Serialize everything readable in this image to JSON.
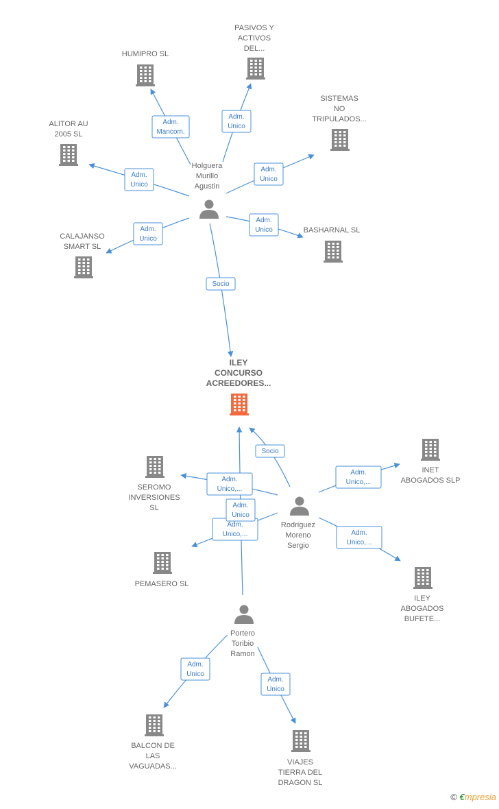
{
  "colors": {
    "company": "#888888",
    "focus": "#f26a3d",
    "person": "#888888",
    "edge": "#4a90d9"
  },
  "nodes": [
    {
      "id": "humipro",
      "kind": "company",
      "lines": [
        "HUMIPRO SL"
      ]
    },
    {
      "id": "pasivos",
      "kind": "company",
      "lines": [
        "PASIVOS Y",
        "ACTIVOS",
        "DEL..."
      ]
    },
    {
      "id": "sistemas",
      "kind": "company",
      "lines": [
        "SISTEMAS",
        "NO",
        "TRIPULADOS..."
      ]
    },
    {
      "id": "alitor",
      "kind": "company",
      "lines": [
        "ALITOR AU",
        "2005  SL"
      ]
    },
    {
      "id": "holguera",
      "kind": "person",
      "lines": [
        "Holguera",
        "Murillo",
        "Agustin"
      ]
    },
    {
      "id": "calajanso",
      "kind": "company",
      "lines": [
        "CALAJANSO",
        "SMART  SL"
      ]
    },
    {
      "id": "basharnal",
      "kind": "company",
      "lines": [
        "BASHARNAL SL"
      ]
    },
    {
      "id": "iley",
      "kind": "focus",
      "lines": [
        "ILEY",
        "CONCURSO",
        "ACREEDORES..."
      ]
    },
    {
      "id": "seromo",
      "kind": "company",
      "lines": [
        "SEROMO",
        "INVERSIONES",
        "SL"
      ]
    },
    {
      "id": "inet",
      "kind": "company",
      "lines": [
        "INET",
        "ABOGADOS SLP"
      ]
    },
    {
      "id": "rodriguez",
      "kind": "person",
      "lines": [
        "Rodriguez",
        "Moreno",
        "Sergio"
      ]
    },
    {
      "id": "pemasero",
      "kind": "company",
      "lines": [
        "PEMASERO  SL"
      ]
    },
    {
      "id": "ileyabog",
      "kind": "company",
      "lines": [
        "ILEY",
        "ABOGADOS",
        "BUFETE..."
      ]
    },
    {
      "id": "portero",
      "kind": "person",
      "lines": [
        "Portero",
        "Toribio",
        "Ramon"
      ]
    },
    {
      "id": "balcon",
      "kind": "company",
      "lines": [
        "BALCON DE",
        "LAS",
        "VAGUADAS..."
      ]
    },
    {
      "id": "viajes",
      "kind": "company",
      "lines": [
        "VIAJES",
        "TIERRA DEL",
        "DRAGON  SL"
      ]
    }
  ],
  "edges": [
    {
      "from": "holguera",
      "to": "humipro",
      "label": [
        "Adm.",
        "Mancom."
      ]
    },
    {
      "from": "holguera",
      "to": "pasivos",
      "label": [
        "Adm.",
        "Unico"
      ]
    },
    {
      "from": "holguera",
      "to": "sistemas",
      "label": [
        "Adm.",
        "Unico"
      ]
    },
    {
      "from": "holguera",
      "to": "alitor",
      "label": [
        "Adm.",
        "Unico"
      ]
    },
    {
      "from": "holguera",
      "to": "calajanso",
      "label": [
        "Adm.",
        "Unico"
      ]
    },
    {
      "from": "holguera",
      "to": "basharnal",
      "label": [
        "Adm.",
        "Unico"
      ]
    },
    {
      "from": "holguera",
      "to": "iley",
      "label": [
        "Socio"
      ]
    },
    {
      "from": "rodriguez",
      "to": "iley",
      "label": [
        "Socio"
      ]
    },
    {
      "from": "rodriguez",
      "to": "seromo",
      "label": [
        "Adm.",
        "Unico,..."
      ]
    },
    {
      "from": "rodriguez",
      "to": "pemasero",
      "label": [
        "Adm.",
        "Unico,..."
      ]
    },
    {
      "from": "rodriguez",
      "to": "inet",
      "label": [
        "Adm.",
        "Unico,..."
      ]
    },
    {
      "from": "rodriguez",
      "to": "ileyabog",
      "label": [
        "Adm.",
        "Unico,..."
      ]
    },
    {
      "from": "portero",
      "to": "iley",
      "label": [
        "Adm.",
        "Unico"
      ]
    },
    {
      "from": "portero",
      "to": "balcon",
      "label": [
        "Adm.",
        "Unico"
      ]
    },
    {
      "from": "portero",
      "to": "viajes",
      "label": [
        "Adm.",
        "Unico"
      ]
    }
  ],
  "footer": {
    "copyright": "©",
    "brand_e": "€",
    "brand_rest": "mpresia"
  }
}
